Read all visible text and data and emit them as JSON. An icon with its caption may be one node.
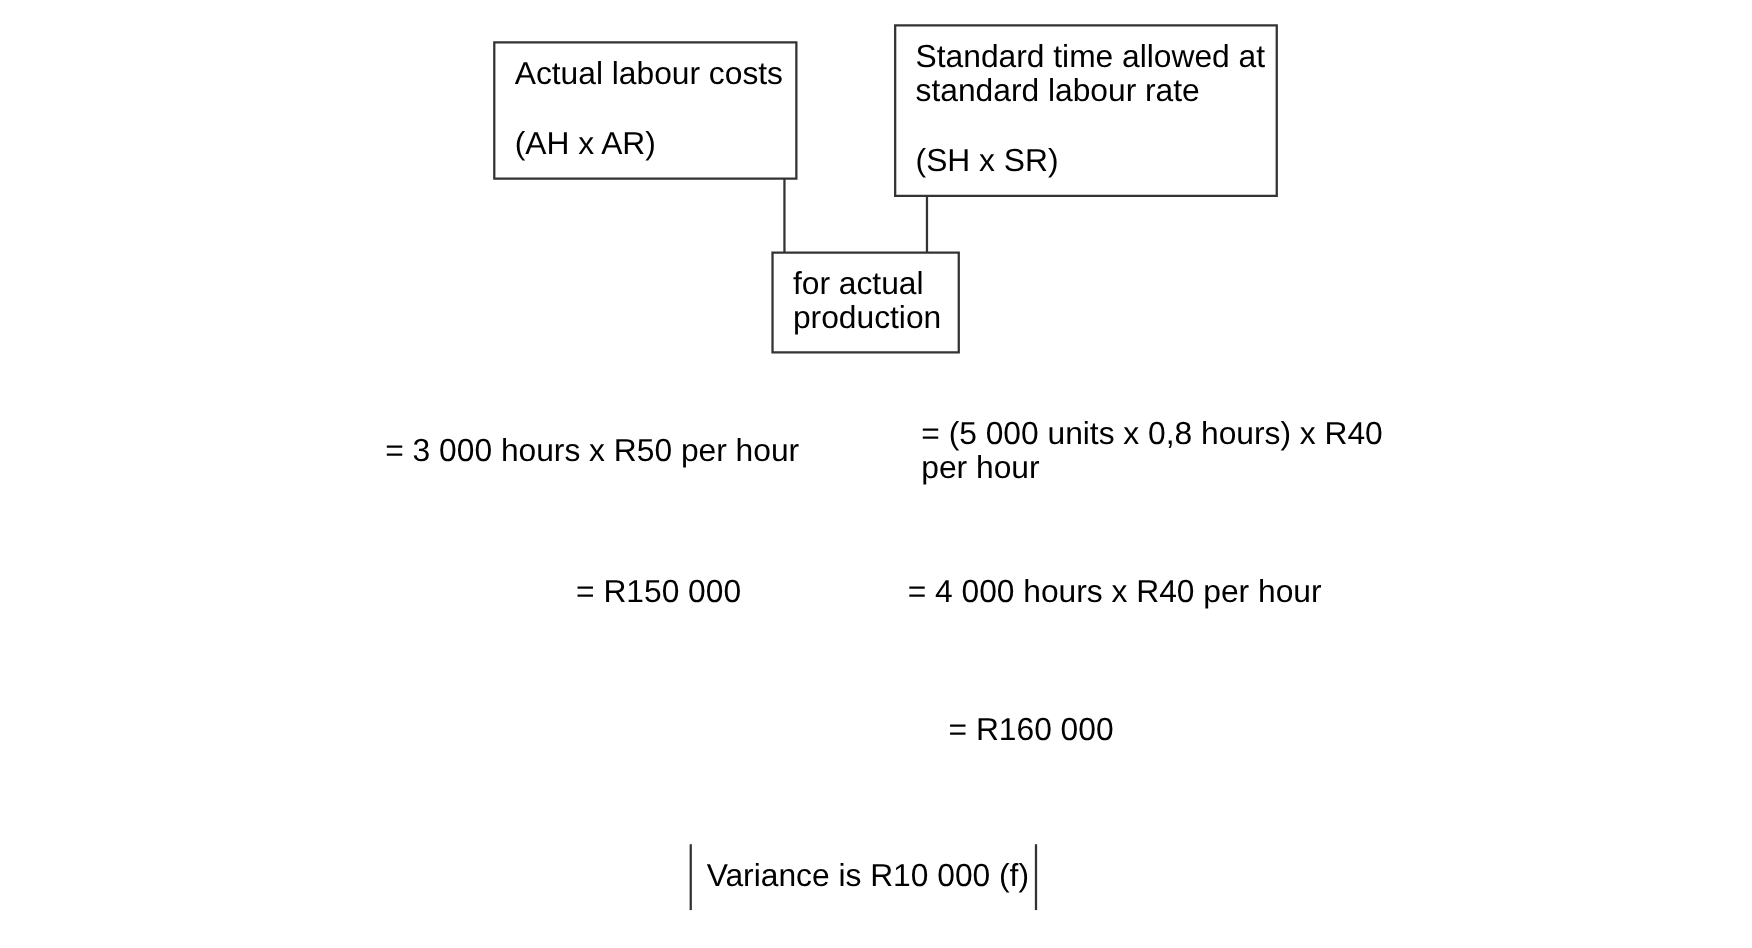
{
  "diagram": {
    "nodes": [
      {
        "text": [
          "Actual labour costs",
          "(AH x AR)"
        ]
      },
      {
        "text": [
          "Standard time allowed at standard labour rate",
          "(SH x SR)"
        ]
      },
      {
        "text": [
          "for actual production"
        ]
      },
      {
        "text": [
          "Variance is R10 000 (f)"
        ]
      }
    ],
    "edges": [
      {
        "from": 0,
        "to": 2,
        "arrow": "none"
      },
      {
        "from": 1,
        "to": 2,
        "arrow": "none"
      }
    ],
    "labels": [
      "= 3 000 hours x R50 per hour",
      "= (5 000 units x 0,8 hours) x R40 per hour",
      "= R150 000",
      "= 4 000 hours x R40 per hour",
      "= R160 000"
    ]
  }
}
